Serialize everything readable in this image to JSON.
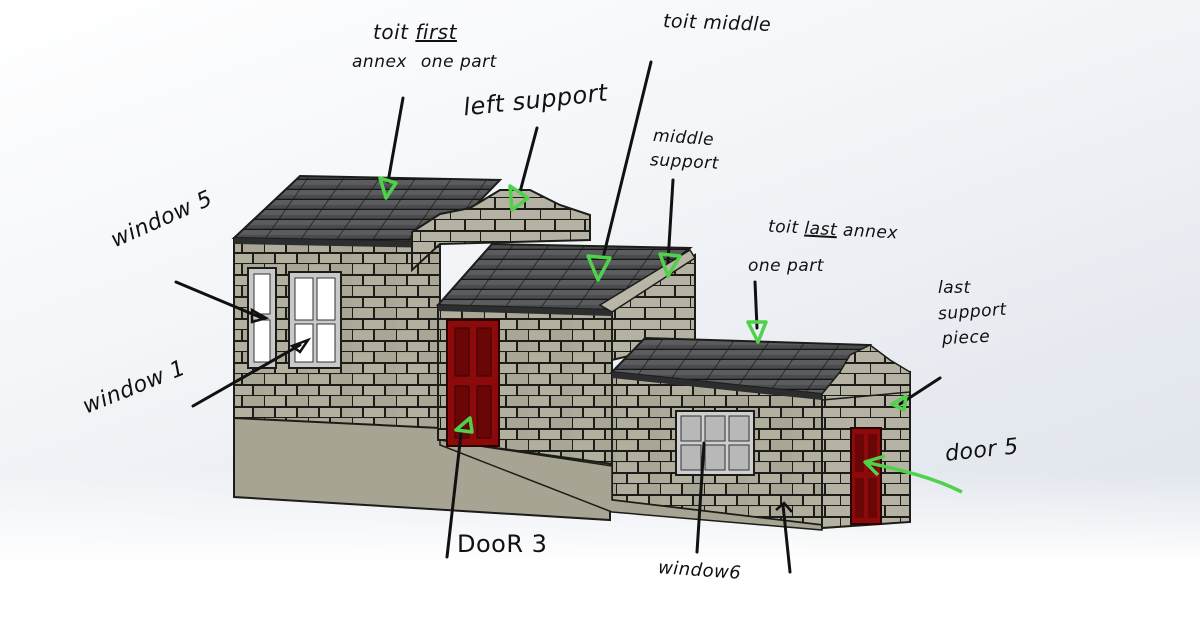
{
  "diagram": {
    "subject": "3D CAD model of a stepped brick building with three roof sections, annotated by hand",
    "colors": {
      "brick": "#a8a493",
      "brick_light": "#b8b5a6",
      "mortar": "#1c1c18",
      "roof_tile": "#3e3f40",
      "roof_tile_light": "#55575a",
      "door": "#8c0a0a",
      "door_panel": "#6a0606",
      "window_frame": "#c9c9c9",
      "window_glass": "#ffffff",
      "marker_green": "#4fd14a",
      "annotation_ink": "#111111",
      "background_top_right": "#dde2ea",
      "background_bottom_left": "#ffffff"
    },
    "annotations": [
      {
        "id": "toit-first",
        "line1": "toit",
        "underlined": "first",
        "line2_a": "annex",
        "line2_b": "one part"
      },
      {
        "id": "left-support",
        "text": "left support"
      },
      {
        "id": "toit-middle",
        "text": "toit middle"
      },
      {
        "id": "middle-support",
        "line1": "middle",
        "line2": "support"
      },
      {
        "id": "toit-last",
        "line1": "toit",
        "underlined": "last",
        "line1_b": "annex",
        "line2": "one part"
      },
      {
        "id": "last-support",
        "line1": "last",
        "line2": "support",
        "line3": "piece"
      },
      {
        "id": "window-5",
        "text": "window 5"
      },
      {
        "id": "window-1",
        "text": "window 1"
      },
      {
        "id": "door-3",
        "text": "DooR 3"
      },
      {
        "id": "window-6",
        "text": "window6"
      },
      {
        "id": "door-5",
        "text": "door 5"
      }
    ]
  }
}
